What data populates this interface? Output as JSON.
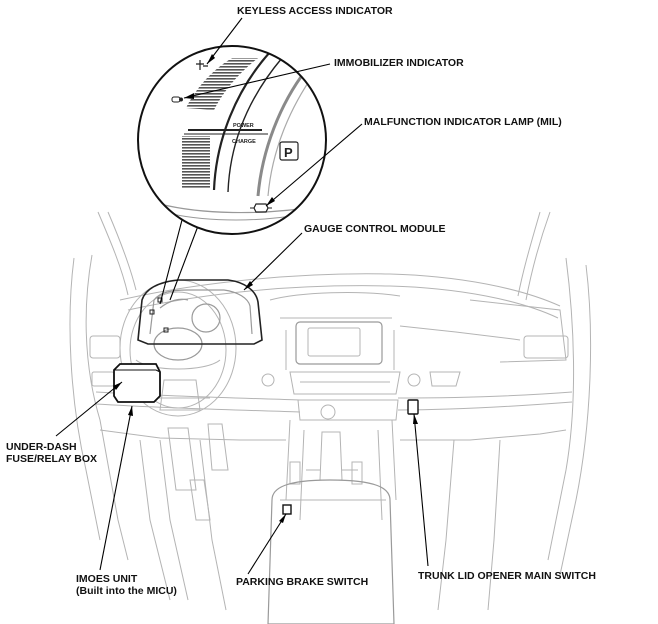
{
  "labels": {
    "keyless": "KEYLESS ACCESS INDICATOR",
    "immobilizer": "IMMOBILIZER INDICATOR",
    "mil": "MALFUNCTION INDICATOR LAMP (MIL)",
    "gauge": "GAUGE CONTROL MODULE",
    "fuse_line1": "UNDER-DASH",
    "fuse_line2": "FUSE/RELAY BOX",
    "imoes_line1": "IMOES UNIT",
    "imoes_line2": "(Built into the MICU)",
    "parking": "PARKING BRAKE SWITCH",
    "trunk": "TRUNK LID OPENER MAIN SWITCH"
  },
  "gauge_text": {
    "power": "POWER",
    "charge": "CHARGE",
    "park_symbol": "P"
  },
  "colors": {
    "line": "#b4b4b4",
    "outline": "#222222",
    "leader": "#000000",
    "text": "#111111"
  }
}
